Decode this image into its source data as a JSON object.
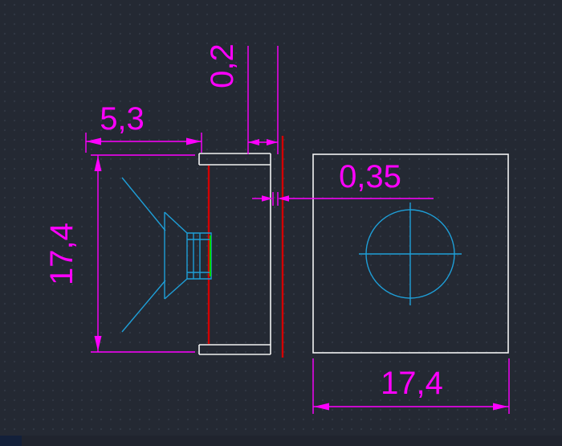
{
  "viewport": {
    "type": "cad-drawing-canvas",
    "background": "#242933"
  },
  "colors": {
    "dimension_magenta": "#ff00ff",
    "outline_white": "#f2f2f2",
    "part_blue": "#1e9fd8",
    "datum_red": "#d40000",
    "center_green": "#00d400"
  },
  "dimensions": {
    "top_width": "5,3",
    "plate_thickness": "0,2",
    "gap": "0,35",
    "side_height": "17,4",
    "front_width": "17,4"
  }
}
